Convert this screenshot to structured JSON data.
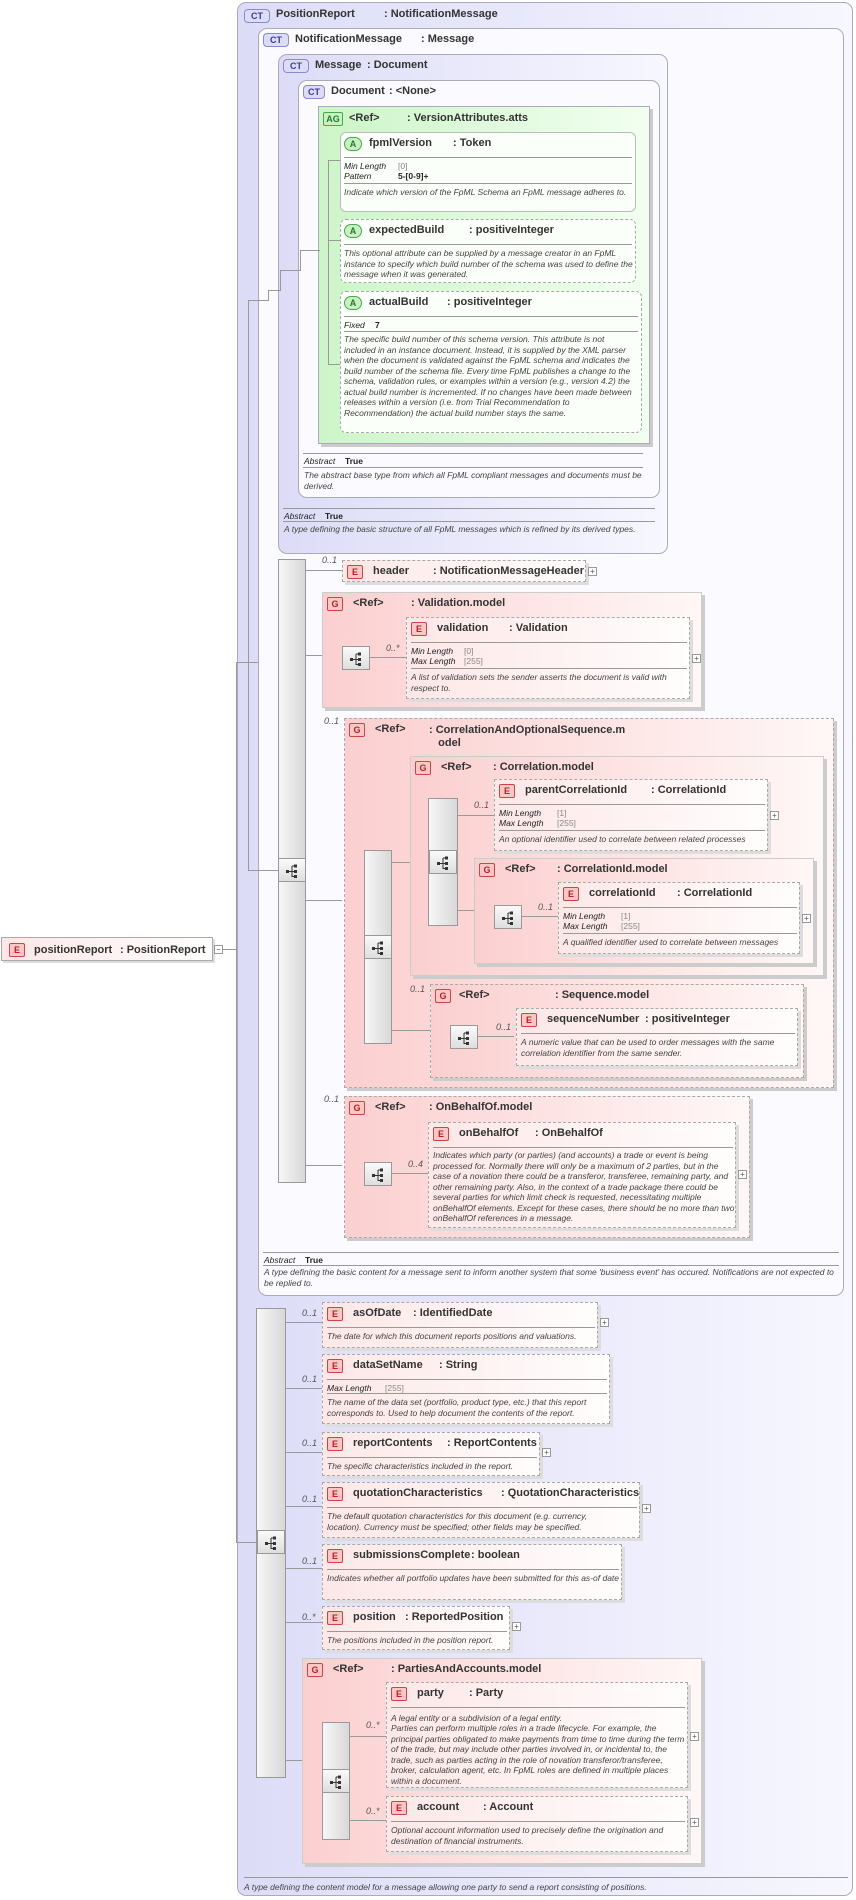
{
  "root": {
    "type_badge": "E",
    "name": "positionReport",
    "type": ": PositionReport"
  },
  "position_report": {
    "badge": "CT",
    "name": "PositionReport",
    "type": ": NotificationMessage",
    "doc": "A type defining the content model for a message allowing one party to send a report consisting of positions."
  },
  "notification_message": {
    "badge": "CT",
    "name": "NotificationMessage",
    "type": ": Message",
    "abstract_label": "Abstract",
    "abstract_value": "True",
    "doc": "A type defining the basic content for a message sent to inform another system that some 'business event' has occured. Notifications are not expected to be replied to."
  },
  "message": {
    "badge": "CT",
    "name": "Message",
    "type": ": Document",
    "abstract_label": "Abstract",
    "abstract_value": "True",
    "doc": "A type defining the basic structure of all FpML messages which is refined by its derived types."
  },
  "document": {
    "badge": "CT",
    "name": "Document",
    "type": ": <None>",
    "abstract_label": "Abstract",
    "abstract_value": "True",
    "doc": "The abstract base type from which all FpML compliant messages and documents must be derived."
  },
  "version_attributes": {
    "badge": "AG",
    "ref": "<Ref>",
    "type": ": VersionAttributes.atts",
    "fpml_version": {
      "badge": "A",
      "name": "fpmlVersion",
      "type": ": Token",
      "min_length_label": "Min Length",
      "min_length": "[0]",
      "pattern_label": "Pattern",
      "pattern": "5-[0-9]+",
      "doc": "Indicate which version of the FpML Schema an FpML message adheres to."
    },
    "expected_build": {
      "badge": "A",
      "name": "expectedBuild",
      "type": ": positiveInteger",
      "doc": "This optional attribute can be supplied by a message creator in an FpML instance to specify which build number of the schema was used to define the message when it was generated."
    },
    "actual_build": {
      "badge": "A",
      "name": "actualBuild",
      "type": ": positiveInteger",
      "fixed_label": "Fixed",
      "fixed": "7",
      "doc": "The specific build number of this schema version. This attribute is not included in an instance document. Instead, it is supplied by the XML parser when the document is validated against the FpML schema and indicates the build number of the schema file. Every time FpML publishes a change to the schema, validation rules, or examples within a version (e.g., version 4.2) the actual build number is incremented. If no changes have been made between releases within a version (i.e. from Trial Recommendation to Recommendation) the actual build number stays the same."
    }
  },
  "header": {
    "occ": "0..1",
    "badge": "E",
    "name": "header",
    "type": ": NotificationMessageHeader"
  },
  "validation_model": {
    "badge": "G",
    "ref": "<Ref>",
    "type": ": Validation.model",
    "validation": {
      "occ": "0..*",
      "badge": "E",
      "name": "validation",
      "type": ": Validation",
      "min_length_label": "Min Length",
      "min_length": "[0]",
      "max_length_label": "Max Length",
      "max_length": "[255]",
      "doc": "A list of validation sets the sender asserts the document is valid with respect to."
    }
  },
  "correlation_seq": {
    "occ": "0..1",
    "badge": "G",
    "ref": "<Ref>",
    "type_line1": ": CorrelationAndOptionalSequence.m",
    "type_line2": "odel",
    "correlation_model": {
      "badge": "G",
      "ref": "<Ref>",
      "type": ": Correlation.model",
      "parent": {
        "occ": "0..1",
        "badge": "E",
        "name": "parentCorrelationId",
        "type": ": CorrelationId",
        "min_length_label": "Min Length",
        "min_length": "[1]",
        "max_length_label": "Max Length",
        "max_length": "[255]",
        "doc": "An optional identifier used to correlate between related processes"
      },
      "corr_id_model": {
        "badge": "G",
        "ref": "<Ref>",
        "type": ": CorrelationId.model",
        "corr_id": {
          "occ": "0..1",
          "badge": "E",
          "name": "correlationId",
          "type": ": CorrelationId",
          "min_length_label": "Min Length",
          "min_length": "[1]",
          "max_length_label": "Max Length",
          "max_length": "[255]",
          "doc": "A qualified identifier used to correlate between messages"
        }
      }
    },
    "sequence_model": {
      "occ": "0..1",
      "badge": "G",
      "ref": "<Ref>",
      "type": ": Sequence.model",
      "seq_number": {
        "occ": "0..1",
        "badge": "E",
        "name": "sequenceNumber",
        "type": ": positiveInteger",
        "doc": "A numeric value that can be used to order messages with the same correlation identifier from the same sender."
      }
    }
  },
  "on_behalf_model": {
    "occ": "0..1",
    "badge": "G",
    "ref": "<Ref>",
    "type": ": OnBehalfOf.model",
    "on_behalf": {
      "occ": "0..4",
      "badge": "E",
      "name": "onBehalfOf",
      "type": ": OnBehalfOf",
      "doc": "Indicates which party (or parties) (and accounts) a trade or event is being processed for. Normally there will only be a maximum of 2 parties, but in the case of a novation there could be a transferor, transferee, remaining party, and other remaining party. Also, in the context of a trade package there could be several parties for which limit check is requested, necessitating multiple onBehalfOf elements. Except for these cases, there should be no more than two onBehalfOf references in a message."
    }
  },
  "as_of_date": {
    "occ": "0..1",
    "badge": "E",
    "name": "asOfDate",
    "type": ": IdentifiedDate",
    "doc": "The date for which this document reports positions and valuations."
  },
  "data_set_name": {
    "occ": "0..1",
    "badge": "E",
    "name": "dataSetName",
    "type": ": String",
    "max_length_label": "Max Length",
    "max_length": "[255]",
    "doc": "The name of the data set (portfolio, product type, etc.) that this report corresponds to. Used to help document the contents of the report."
  },
  "report_contents": {
    "occ": "0..1",
    "badge": "E",
    "name": "reportContents",
    "type": ": ReportContents",
    "doc": "The specific characteristics included in the report."
  },
  "quotation": {
    "occ": "0..1",
    "badge": "E",
    "name": "quotationCharacteristics",
    "type": ": QuotationCharacteristics",
    "doc": "The default quotation characteristics for this document (e.g. currency, location). Currency must be specified; other fields may be specified."
  },
  "submissions": {
    "occ": "0..1",
    "badge": "E",
    "name": "submissionsComplete",
    "type": ": boolean",
    "doc": "Indicates whether all portfolio updates have been submitted for this as-of date"
  },
  "position": {
    "occ": "0..*",
    "badge": "E",
    "name": "position",
    "type": ": ReportedPosition",
    "doc": "The positions included in the position report."
  },
  "parties_model": {
    "badge": "G",
    "ref": "<Ref>",
    "type": ": PartiesAndAccounts.model",
    "party": {
      "occ": "0..*",
      "badge": "E",
      "name": "party",
      "type": ": Party",
      "doc1": "A legal entity or a subdivision of a legal entity.",
      "doc2": "Parties can perform multiple roles in a trade lifecycle. For example, the principal parties obligated to make payments from time to time during the term of the trade, but may include other parties involved in, or incidental to, the trade, such as parties acting in the role of novation transferor/transferee, broker, calculation agent, etc. In FpML roles are defined in multiple places within a document."
    },
    "account": {
      "occ": "0..*",
      "badge": "E",
      "name": "account",
      "type": ": Account",
      "doc": "Optional account information used to precisely define the origination and destination of financial instruments."
    }
  },
  "icons": {
    "plus": "+",
    "minus": "−",
    "sequence": "sequence-icon"
  }
}
